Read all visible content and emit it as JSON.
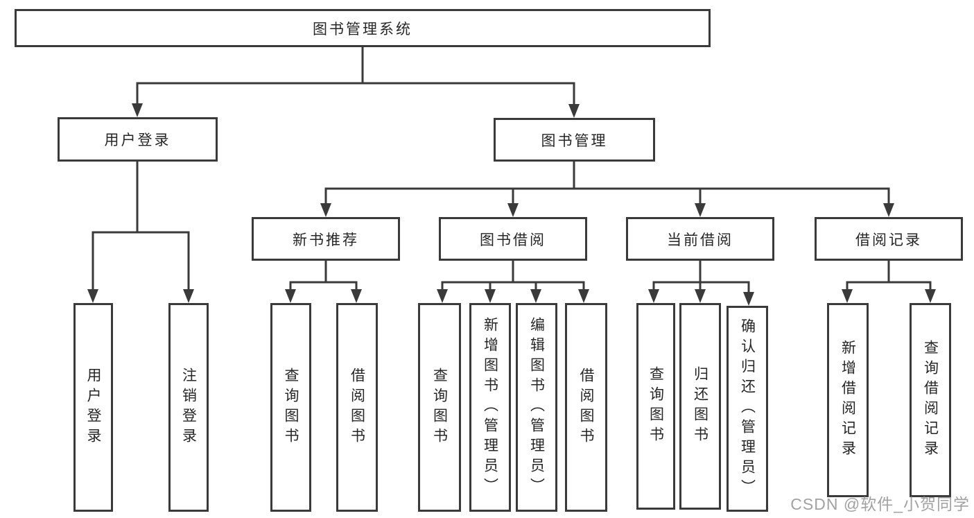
{
  "tree": {
    "root": {
      "id": "root",
      "label": "图书管理系统",
      "children": [
        {
          "id": "user-login",
          "label": "用户登录",
          "children": [
            {
              "id": "leaf-user-login",
              "label": "用户登录"
            },
            {
              "id": "leaf-logout",
              "label": "注销登录"
            }
          ]
        },
        {
          "id": "book-mgmt",
          "label": "图书管理",
          "children": [
            {
              "id": "new-book",
              "label": "新书推荐",
              "children": [
                {
                  "id": "nb-query",
                  "label": "查询图书"
                },
                {
                  "id": "nb-borrow",
                  "label": "借阅图书"
                }
              ]
            },
            {
              "id": "book-borrow",
              "label": "图书借阅",
              "children": [
                {
                  "id": "bb-query",
                  "label": "查询图书"
                },
                {
                  "id": "bb-add",
                  "label": "新增图书（管理员）"
                },
                {
                  "id": "bb-edit",
                  "label": "编辑图书（管理员）"
                },
                {
                  "id": "bb-borrow",
                  "label": "借阅图书"
                }
              ]
            },
            {
              "id": "current-borrow",
              "label": "当前借阅",
              "children": [
                {
                  "id": "cb-query",
                  "label": "查询图书"
                },
                {
                  "id": "cb-return",
                  "label": "归还图书"
                },
                {
                  "id": "cb-confirm",
                  "label": "确认归还（管理员）"
                }
              ]
            },
            {
              "id": "borrow-records",
              "label": "借阅记录",
              "children": [
                {
                  "id": "br-add",
                  "label": "新增借阅记录"
                },
                {
                  "id": "br-query",
                  "label": "查询借阅记录"
                }
              ]
            }
          ]
        }
      ]
    }
  },
  "watermark": "CSDN @软件_小贺同学",
  "colors": {
    "line": "#3a3a3a",
    "box_border": "#3a3a3a",
    "text": "#262626",
    "watermark": "#919191",
    "background": "#ffffff"
  }
}
